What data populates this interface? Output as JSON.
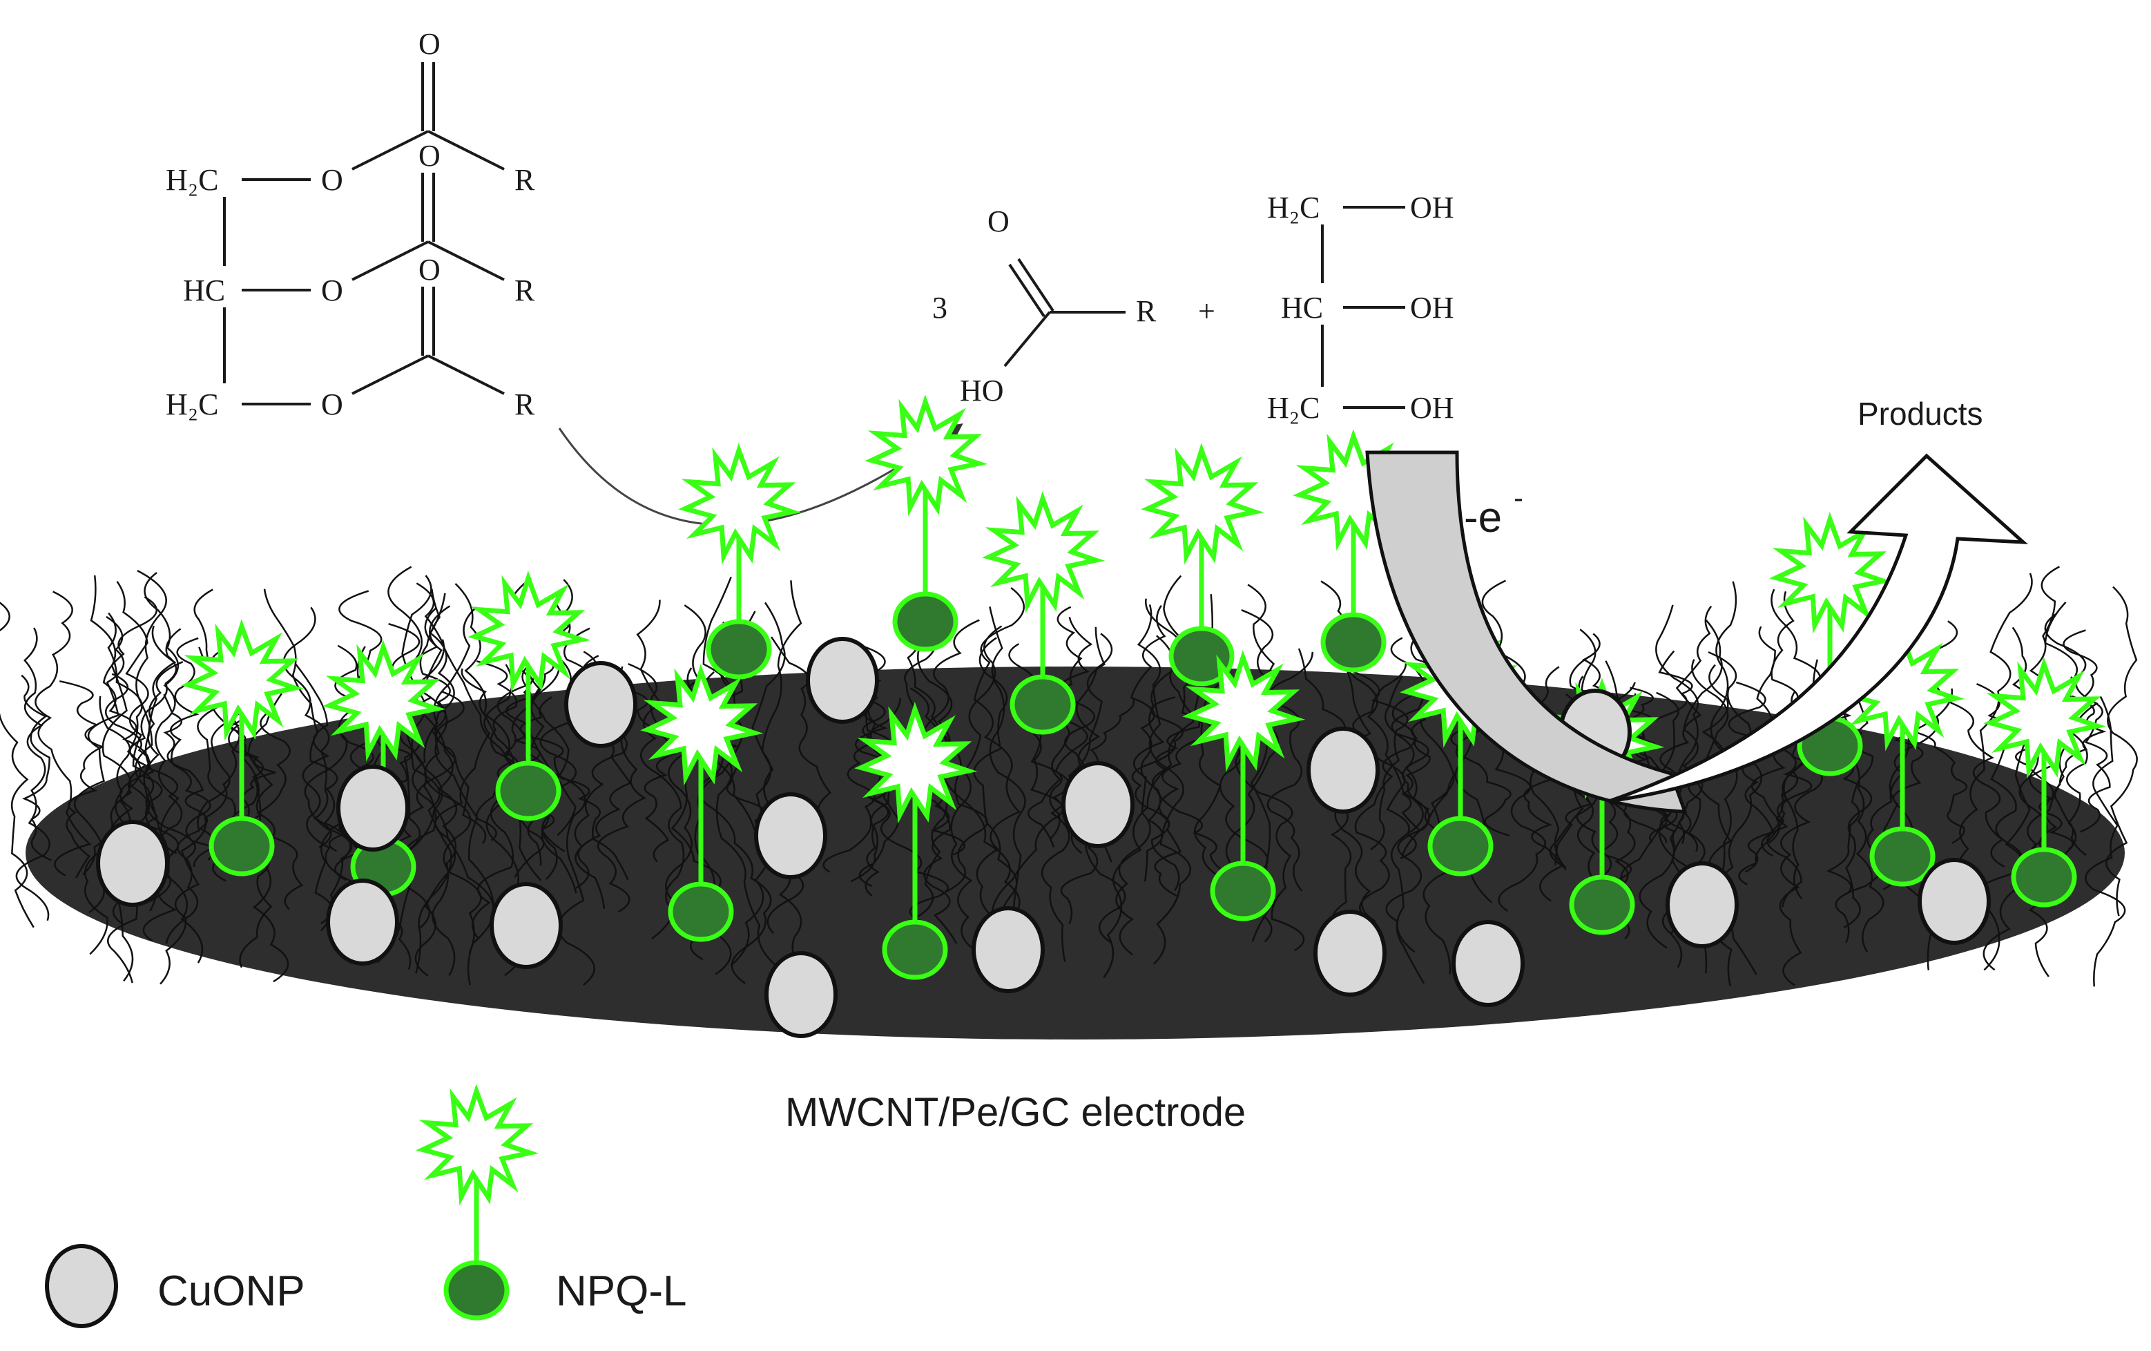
{
  "reaction": {
    "triglyceride": {
      "row1_ch": "H₂C",
      "row2_ch": "HC",
      "row3_ch": "H₂C",
      "oxygen": "O",
      "carbonyl_oxygen": "O",
      "r_group": "R"
    },
    "acid": {
      "coefficient": "3",
      "carbonyl_oxygen": "O",
      "hydroxyl": "HO",
      "r_group": "R"
    },
    "plus": "+",
    "glycerol": {
      "row1_ch": "H₂C",
      "row2_ch": "HC",
      "row3_ch": "H₂C",
      "hydroxyl": "OH"
    }
  },
  "electron_label": "-e",
  "electron_superscript": "-",
  "products_label": "Products",
  "electrode_label": "MWCNT/Pe/GC electrode",
  "legend": {
    "cuonp_label": "CuONP",
    "npql_label": "NPQ-L"
  },
  "colors": {
    "electrode_fill": "#2e2e2e",
    "nanotube_stroke": "#111111",
    "cuonp_fill": "#d9d9d9",
    "cuonp_stroke": "#111111",
    "npql_fill": "#2f7a2f",
    "npql_stroke": "#39ff14",
    "electron_arrow_fill": "#cfcfcf",
    "products_arrow_fill": "#ffffff"
  },
  "icons": {
    "cuonp": "gray-circle-icon",
    "npql": "green-starburst-on-stem-icon",
    "electron_arrow": "curved-gray-arrow-icon",
    "products_arrow": "curved-white-arrow-icon"
  }
}
